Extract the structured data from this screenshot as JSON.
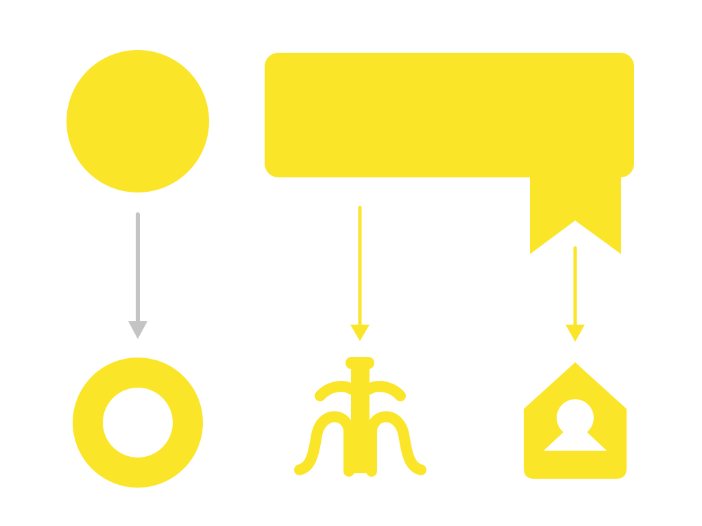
{
  "colors": {
    "background": "#ffffff",
    "accent": "#fae528",
    "neutral_arrow": "#c4c4c4"
  },
  "shapes": {
    "top_left": {
      "icon": "filled-circle-icon"
    },
    "top_right": {
      "icon": "ribbon-banner-icon"
    },
    "bottom_left": {
      "icon": "ring-icon"
    },
    "bottom_middle": {
      "icon": "fountain-icon"
    },
    "bottom_right": {
      "icon": "house-person-icon"
    }
  },
  "arrows": [
    {
      "name": "arrow-left",
      "color_key": "neutral_arrow"
    },
    {
      "name": "arrow-middle",
      "color_key": "accent"
    },
    {
      "name": "arrow-right",
      "color_key": "accent"
    }
  ]
}
